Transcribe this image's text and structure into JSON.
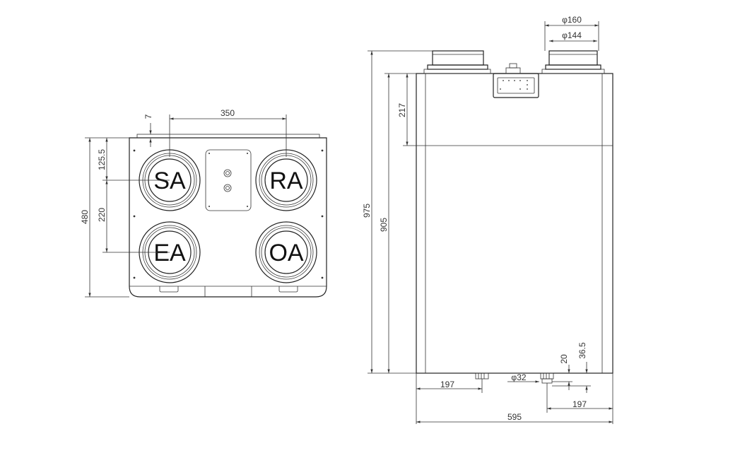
{
  "top_view": {
    "ports": {
      "sa": "SA",
      "ra": "RA",
      "ea": "EA",
      "oa": "OA"
    },
    "dims": {
      "offset_7": "7",
      "width_350": "350",
      "height_480": "480",
      "offset_125": "125.5",
      "spacing_220": "220"
    }
  },
  "side_view": {
    "dims": {
      "dia_160": "φ160",
      "dia_144": "φ144",
      "height_975": "975",
      "height_905": "905",
      "height_217": "217",
      "drain_20": "20",
      "drain_36": "36.5",
      "dia_32": "φ32",
      "left_197": "197",
      "right_197": "197",
      "width_595": "595"
    }
  }
}
